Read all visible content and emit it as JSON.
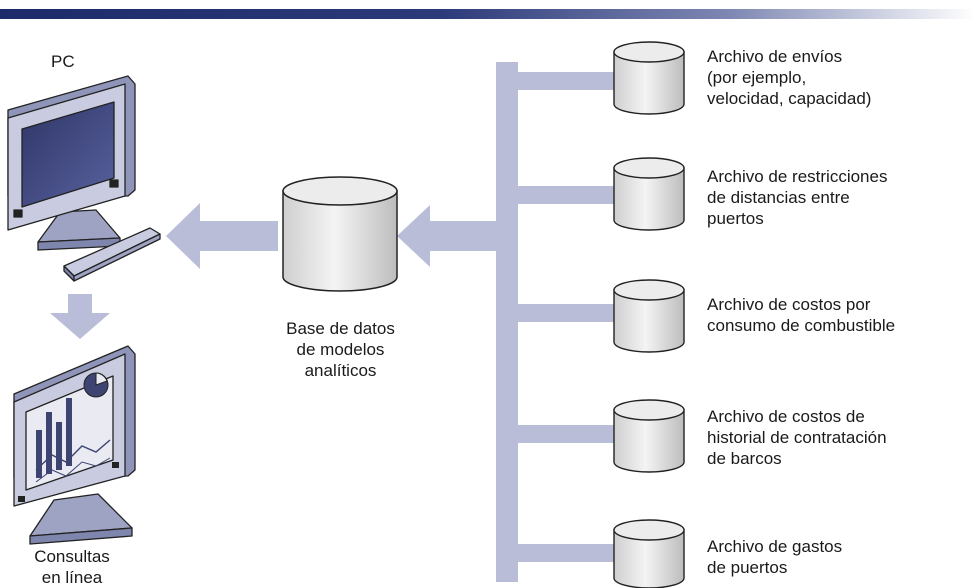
{
  "colors": {
    "header_bar": "#1d2b6b",
    "arrow": "#b9bdd8",
    "cylinder_fill": "#e6e6e6",
    "cylinder_stroke": "#222222",
    "monitor_body": "#c9cce0",
    "screen": "#3d4472"
  },
  "pc_label": "PC",
  "online_label": [
    "Consultas",
    "en línea"
  ],
  "central_db_label": [
    "Base de datos",
    "de modelos",
    "analíticos"
  ],
  "files": [
    {
      "lines": [
        "Archivo de envíos",
        "(por ejemplo,",
        "velocidad, capacidad)"
      ]
    },
    {
      "lines": [
        "Archivo de restricciones",
        "de distancias entre",
        "puertos"
      ]
    },
    {
      "lines": [
        "Archivo de costos por",
        "consumo de combustible"
      ]
    },
    {
      "lines": [
        "Archivo de costos de",
        "historial de contratación",
        "de barcos"
      ]
    },
    {
      "lines": [
        "Archivo de gastos",
        "de puertos"
      ]
    }
  ]
}
